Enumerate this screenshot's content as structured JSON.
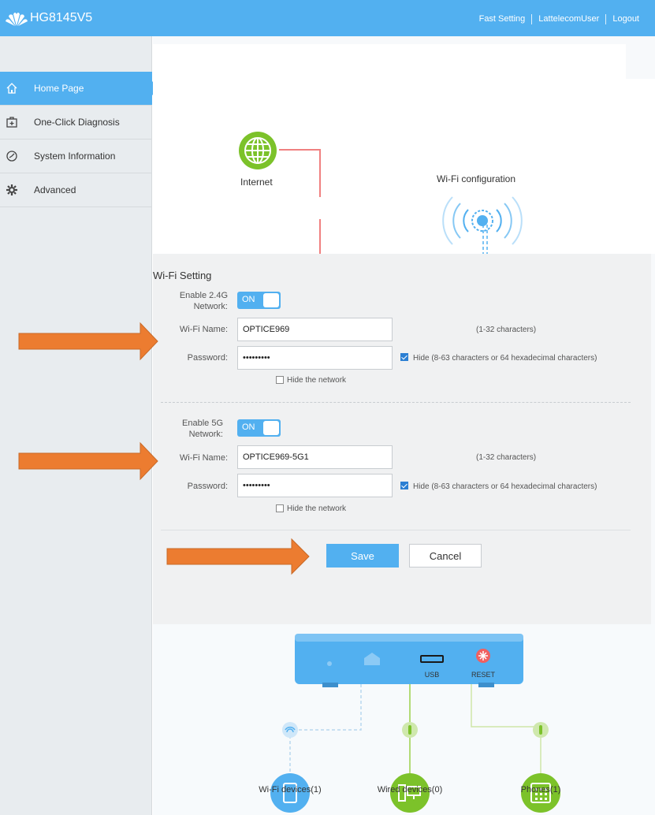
{
  "header": {
    "model": "HG8145V5",
    "links": [
      "Fast Setting",
      "LattelecomUser",
      "Logout"
    ]
  },
  "sidebar": {
    "items": [
      {
        "label": "Home Page",
        "icon": "home-icon"
      },
      {
        "label": "One-Click Diagnosis",
        "icon": "medkit-icon"
      },
      {
        "label": "System Information",
        "icon": "gauge-icon"
      },
      {
        "label": "Advanced",
        "icon": "gear-icon"
      }
    ]
  },
  "topology": {
    "internet_label": "Internet",
    "wifi_config_label": "Wi-Fi configuration"
  },
  "wifi": {
    "title": "Wi-Fi Setting",
    "band24": {
      "enable_label": "Enable 2.4G Network:",
      "toggle_text": "ON",
      "name_label": "Wi-Fi Name:",
      "name_value": "OPTICE969",
      "name_hint": "(1-32 characters)",
      "password_label": "Password:",
      "password_value": "•••••••••",
      "hide_password_checked": true,
      "hide_password_label": "Hide (8-63 characters or 64 hexadecimal characters)",
      "hide_network_label": "Hide the network"
    },
    "band5": {
      "enable_label": "Enable 5G Network:",
      "toggle_text": "ON",
      "name_label": "Wi-Fi Name:",
      "name_value": "OPTICE969-5G1",
      "name_hint": "(1-32 characters)",
      "password_label": "Password:",
      "password_value": "•••••••••",
      "hide_password_checked": true,
      "hide_password_label": "Hide (8-63 characters or 64 hexadecimal characters)",
      "hide_network_label": "Hide the network"
    },
    "save_label": "Save",
    "cancel_label": "Cancel"
  },
  "device": {
    "usb_label": "USB",
    "reset_label": "RESET",
    "wifi_devices": "Wi-Fi devices(1)",
    "wired_devices": "Wired devices(0)",
    "phones": "Phones(1)"
  },
  "colors": {
    "accent": "#52b0f0",
    "green": "#7cc22a",
    "arrow": "#ec7c30",
    "internet_line": "#f08080"
  }
}
